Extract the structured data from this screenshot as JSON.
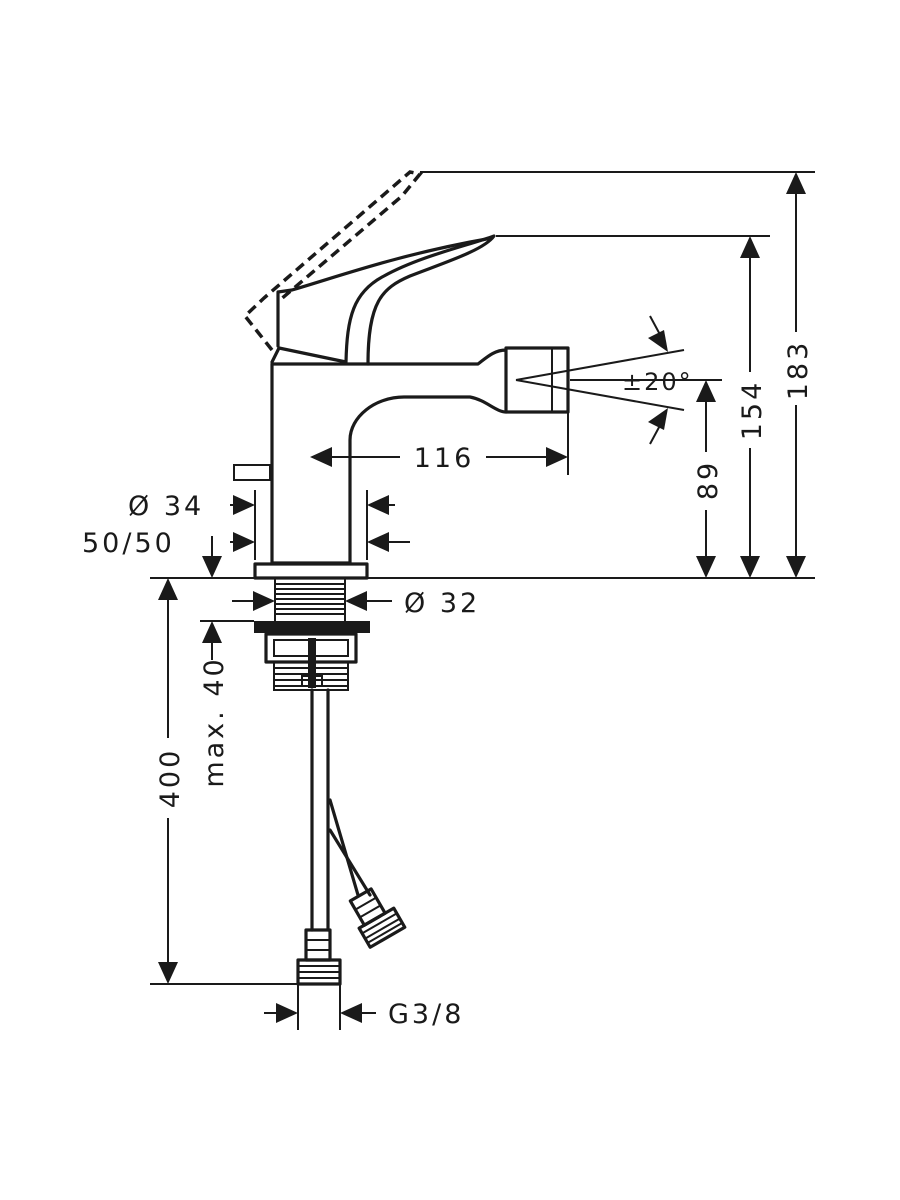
{
  "diagram": {
    "dimensions": {
      "total_height_lever_open": "183",
      "height_to_lever": "154",
      "spout_height": "89",
      "spout_reach": "116",
      "spray_angle": "±20°",
      "body_diameter": "Ø 34",
      "base_diameter": "Ø 32",
      "pop_up_ratio": "50/50",
      "max_thickness": "max. 40",
      "hose_length": "400",
      "connection_thread": "G3/8"
    }
  }
}
